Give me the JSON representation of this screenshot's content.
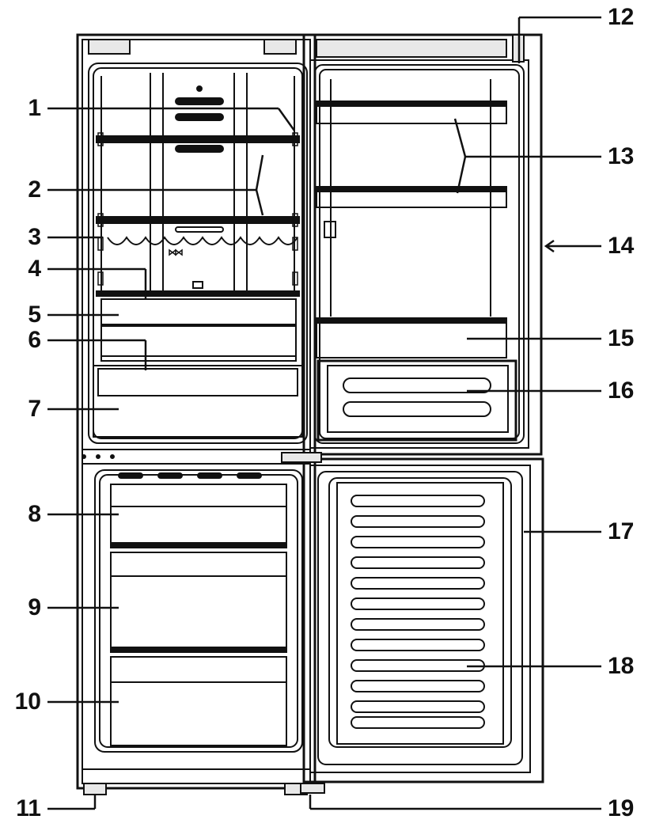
{
  "labels": {
    "left": [
      "1",
      "2",
      "3",
      "4",
      "5",
      "6",
      "7",
      "8",
      "9",
      "10",
      "11"
    ],
    "right": [
      "12",
      "13",
      "14",
      "15",
      "16",
      "17",
      "18",
      "19"
    ]
  },
  "colors": {
    "line": "#111111",
    "background": "#ffffff",
    "shade": "#e8e8e8"
  }
}
